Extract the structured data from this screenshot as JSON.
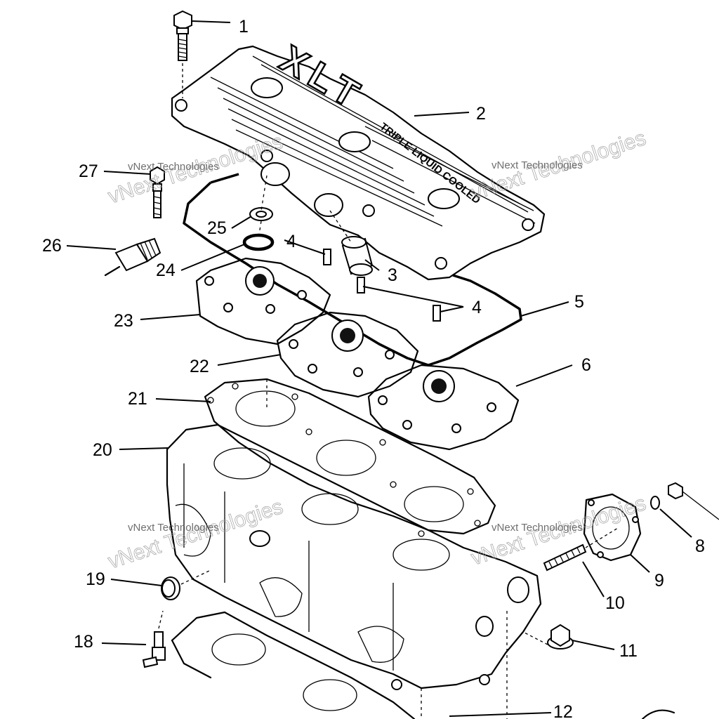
{
  "callouts": [
    "1",
    "2",
    "3",
    "4",
    "4",
    "5",
    "6",
    "8",
    "9",
    "10",
    "11",
    "12",
    "18",
    "19",
    "20",
    "21",
    "22",
    "23",
    "24",
    "25",
    "26",
    "27"
  ],
  "cover_logo": {
    "model": "XLT",
    "side_text": "TRIPLE LIQUID COOLED"
  },
  "watermark": {
    "big": "vNext Technologies",
    "small": "vNext Technologies"
  },
  "colors": {
    "ink": "#000000",
    "paper": "#ffffff",
    "watermark": "#9a9a9a"
  }
}
